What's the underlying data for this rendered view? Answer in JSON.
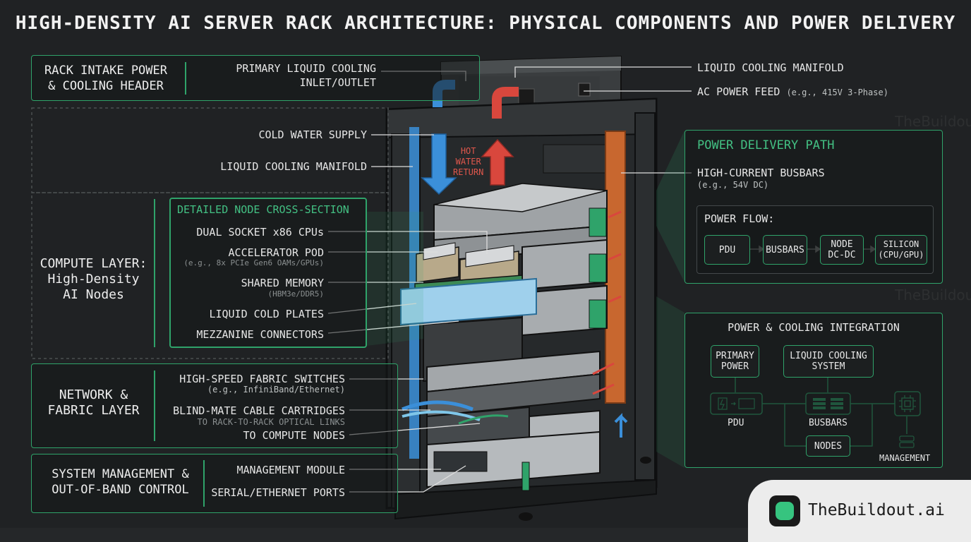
{
  "title": "HIGH-DENSITY AI SERVER RACK ARCHITECTURE: PHYSICAL COMPONENTS AND POWER DELIVERY",
  "left_layers": {
    "intake": "RACK INTAKE POWER\n& COOLING HEADER",
    "compute": "COMPUTE LAYER:\nHigh-Density\nAI Nodes",
    "network": "NETWORK &\nFABRIC LAYER",
    "management": "SYSTEM MANAGEMENT &\nOUT-OF-BAND CONTROL"
  },
  "callouts": {
    "primary_inlet": "PRIMARY LIQUID COOLING\nINLET/OUTLET",
    "cold_water": "COLD WATER SUPPLY",
    "manifold_left": "LIQUID COOLING MANIFOLD",
    "hot_water": "HOT\nWATER\nRETURN",
    "node_section_title": "DETAILED NODE CROSS-SECTION",
    "cpus": "DUAL SOCKET x86 CPUs",
    "accel": "ACCELERATOR POD",
    "accel_sub": "(e.g., 8x PCIe Gen6 OAMs/GPUs)",
    "memory": "SHARED MEMORY",
    "memory_sub": "(HBM3e/DDR5)",
    "cold_plates": "LIQUID COLD PLATES",
    "mezzanine": "MEZZANINE CONNECTORS",
    "fabric_switches": "HIGH-SPEED FABRIC SWITCHES",
    "fabric_sub": "(e.g., InfiniBand/Ethernet)",
    "cartridges": "BLIND-MATE CABLE CARTRIDGES",
    "rack_links": "TO RACK-TO-RACK OPTICAL LINKS",
    "compute_nodes": "TO COMPUTE NODES",
    "mgmt_module": "MANAGEMENT MODULE",
    "serial_ports": "SERIAL/ETHERNET PORTS",
    "manifold_right": "LIQUID COOLING MANIFOLD",
    "ac_feed": "AC POWER FEED",
    "ac_feed_sub": "(e.g., 415V 3-Phase)"
  },
  "power_delivery": {
    "title": "POWER DELIVERY PATH",
    "busbars": "HIGH-CURRENT BUSBARS",
    "busbars_sub": "(e.g., 54V DC)",
    "flow_title": "POWER FLOW:",
    "flow": [
      "PDU",
      "BUSBARS",
      "NODE\nDC-DC",
      "SILICON\n(CPU/GPU)"
    ]
  },
  "integration": {
    "title": "POWER & COOLING INTEGRATION",
    "primary_power": "PRIMARY\nPOWER",
    "liquid_system": "LIQUID COOLING\nSYSTEM",
    "pdu": "PDU",
    "busbars": "BUSBARS",
    "nodes": "NODES",
    "management": "MANAGEMENT"
  },
  "brand": "TheBuildout.ai",
  "watermark": "TheBuildout.ai",
  "colors": {
    "accent": "#2fa36a",
    "cold": "#3b8fd9",
    "hot": "#d9473d",
    "background": "#202224"
  }
}
